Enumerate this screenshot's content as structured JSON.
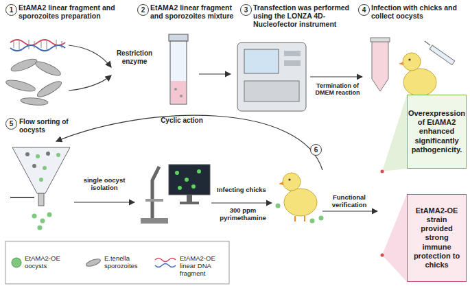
{
  "diagram": {
    "nodes": [
      {
        "text": [
          "Overexpression of EtAMA2 enhanced significantly pathogenicity."
        ]
      },
      {
        "text": [
          "EtAMA2-OE strain provided strong immune protection to chicks"
        ]
      }
    ],
    "labels": [
      "1",
      "EtAMA2 linear fragment and sporozoites preparation",
      "2",
      "EtAMA2 linear fragment and sporozoites mixture",
      "3",
      "Transfection was performed using the LONZA 4D-Nucleofector instrument",
      "4",
      "Infection with chicks and collect oocysts",
      "Restriction enzyme",
      "Termination of DMEM reaction",
      "5",
      "Flow sorting of oocysts",
      "Cyclic action",
      "single oocyst isolation",
      "Infecting chicks",
      "300 ppm pyrimethamine",
      "6",
      "Functional verification"
    ],
    "legend": [
      {
        "text": "EtAMA2-OE oocysts"
      },
      {
        "text": "E.tenella sporozoites"
      },
      {
        "text": "EtAMA2-OE linear DNA fragment"
      }
    ]
  }
}
